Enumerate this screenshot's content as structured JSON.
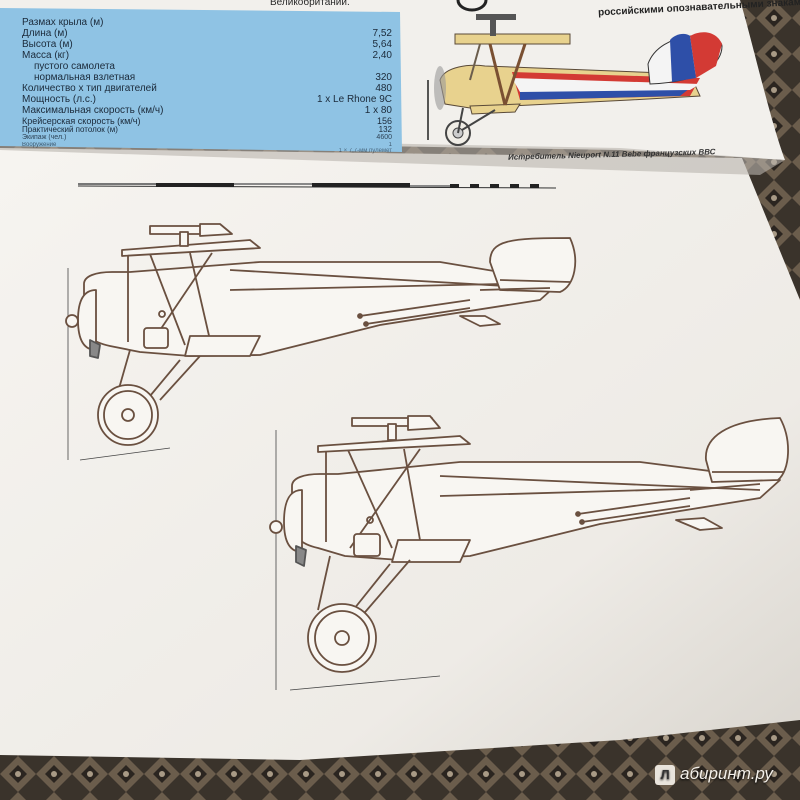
{
  "page_header": {
    "top_left_fragment": "Великобритании.",
    "top_right_fragment": "российскими опознавательными знаками"
  },
  "spec_table": {
    "title": "Размах крыла (м)",
    "rows": [
      {
        "label": "Длина (м)",
        "value": "7,52"
      },
      {
        "label": "Высота (м)",
        "value": "5,64"
      },
      {
        "label": "Масса (кг)",
        "value": "2,40"
      },
      {
        "label": "пустого самолета",
        "value": ""
      },
      {
        "label": "нормальная взлетная",
        "value": "320"
      },
      {
        "label": "Количество х тип двигателей",
        "value": "480"
      },
      {
        "label": "Мощность (л.с.)",
        "value": "1 x Le Rhone 9C"
      },
      {
        "label": "Максимальная скорость (км/ч)",
        "value": "1 x 80"
      },
      {
        "label": "Крейсерская скорость (км/ч)",
        "value": "156"
      },
      {
        "label": "Практический потолок (м)",
        "value": "132"
      },
      {
        "label": "Экипаж (чел.)",
        "value": "4600"
      },
      {
        "label": "Вооружение",
        "value": "1"
      },
      {
        "label": "",
        "value": "1 × 7,7-мм пулемет"
      }
    ]
  },
  "illustration_caption": "Истребитель Nieuport N.11 Bebe французских ВВС",
  "watermark": {
    "logo": "Л",
    "text": "абиринт.ру"
  },
  "colors": {
    "spec_panel": "#8fc3e4",
    "page": "#f3f1ed",
    "line_art": "#6a5040",
    "carpet": "#3a332b",
    "french_blue": "#2e4fa8",
    "french_red": "#d33a34",
    "fuselage_yellow": "#e8d28e"
  }
}
